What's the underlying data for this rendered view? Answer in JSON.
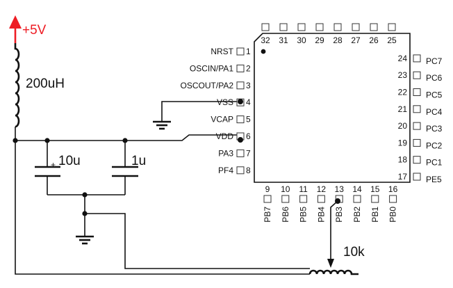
{
  "power": {
    "label": "+5V",
    "color": "#ee1c24"
  },
  "inductor": {
    "label": "200uH"
  },
  "capacitors": [
    {
      "label": "10u",
      "polarity": "+"
    },
    {
      "label": "1u"
    }
  ],
  "potentiometer": {
    "label": "10k"
  },
  "chip": {
    "pin1_marker": "dot",
    "left_pins": [
      {
        "num": "1",
        "name": "NRST"
      },
      {
        "num": "2",
        "name": "OSCIN/PA1"
      },
      {
        "num": "3",
        "name": "OSCOUT/PA2"
      },
      {
        "num": "4",
        "name": "VSS"
      },
      {
        "num": "5",
        "name": "VCAP"
      },
      {
        "num": "6",
        "name": "VDD"
      },
      {
        "num": "7",
        "name": "PA3"
      },
      {
        "num": "8",
        "name": "PF4"
      }
    ],
    "bottom_pins": [
      {
        "num": "9",
        "name": "PB7"
      },
      {
        "num": "10",
        "name": "PB6"
      },
      {
        "num": "11",
        "name": "PB5"
      },
      {
        "num": "12",
        "name": "PB4"
      },
      {
        "num": "13",
        "name": "PB3"
      },
      {
        "num": "14",
        "name": "PB2"
      },
      {
        "num": "15",
        "name": "PB1"
      },
      {
        "num": "16",
        "name": "PB0"
      }
    ],
    "right_pins": [
      {
        "num": "17",
        "name": "PE5"
      },
      {
        "num": "18",
        "name": "PC1"
      },
      {
        "num": "19",
        "name": "PC2"
      },
      {
        "num": "20",
        "name": "PC3"
      },
      {
        "num": "21",
        "name": "PC4"
      },
      {
        "num": "22",
        "name": "PC5"
      },
      {
        "num": "23",
        "name": "PC6"
      },
      {
        "num": "24",
        "name": "PC7"
      }
    ],
    "top_pins": [
      {
        "num": "25"
      },
      {
        "num": "26"
      },
      {
        "num": "27"
      },
      {
        "num": "28"
      },
      {
        "num": "29"
      },
      {
        "num": "30"
      },
      {
        "num": "31"
      },
      {
        "num": "32"
      }
    ]
  }
}
